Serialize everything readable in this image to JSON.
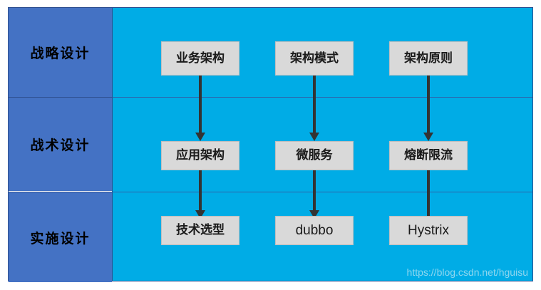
{
  "diagram": {
    "title": "architecture-design-layers",
    "colors": {
      "phase_column": "#4472C4",
      "canvas": "#00ACE6",
      "node_fill": "#D9D9D9",
      "node_border": "#BFBFBF",
      "arrow": "#333333",
      "outer_border": "#2E4F8F",
      "watermark": "#8FD7EF"
    },
    "phases": [
      {
        "id": "strategic",
        "label": "战略设计"
      },
      {
        "id": "tactical",
        "label": "战术设计"
      },
      {
        "id": "implementation",
        "label": "实施设计"
      }
    ],
    "columns": [
      {
        "id": "col-1",
        "nodes": [
          {
            "id": "node-business-architecture",
            "label": "业务架构",
            "script": "cjk"
          },
          {
            "id": "node-application-architecture",
            "label": "应用架构",
            "script": "cjk"
          },
          {
            "id": "node-technology-selection",
            "label": "技术选型",
            "script": "cjk"
          }
        ]
      },
      {
        "id": "col-2",
        "nodes": [
          {
            "id": "node-architecture-pattern",
            "label": "架构模式",
            "script": "cjk"
          },
          {
            "id": "node-microservice",
            "label": "微服务",
            "script": "cjk"
          },
          {
            "id": "node-dubbo",
            "label": "dubbo",
            "script": "latin"
          }
        ]
      },
      {
        "id": "col-3",
        "nodes": [
          {
            "id": "node-architecture-principle",
            "label": "架构原则",
            "script": "cjk"
          },
          {
            "id": "node-circuit-breaker",
            "label": "熔断限流",
            "script": "cjk"
          },
          {
            "id": "node-hystrix",
            "label": "Hystrix",
            "script": "latin"
          }
        ]
      }
    ],
    "connections": [
      {
        "id": "arrow-business-to-application",
        "from": "node-business-architecture",
        "to": "node-application-architecture"
      },
      {
        "id": "arrow-application-to-technology",
        "from": "node-application-architecture",
        "to": "node-technology-selection"
      },
      {
        "id": "arrow-pattern-to-microservice",
        "from": "node-architecture-pattern",
        "to": "node-microservice"
      },
      {
        "id": "arrow-microservice-to-dubbo",
        "from": "node-microservice",
        "to": "node-dubbo"
      },
      {
        "id": "arrow-principle-to-breaker",
        "from": "node-architecture-principle",
        "to": "node-circuit-breaker"
      },
      {
        "id": "arrow-breaker-to-hystrix",
        "from": "node-circuit-breaker",
        "to": "node-hystrix"
      }
    ],
    "watermark": "https://blog.csdn.net/hguisu"
  }
}
